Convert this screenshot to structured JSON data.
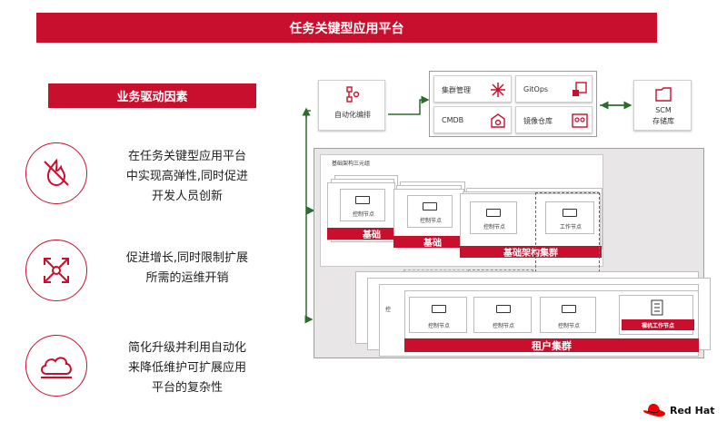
{
  "title": "任务关键型应用平台",
  "drivers": {
    "header": "业务驱动因素",
    "points": [
      {
        "icon": "no-fire-icon",
        "line1": "在任务关键型应用平台",
        "line2": "中实现高弹性,同时促进",
        "line3": "开发人员创新"
      },
      {
        "icon": "expand-arrows-icon",
        "line1": "促进增长,同时限制扩展",
        "line2": "所需的运维开销"
      },
      {
        "icon": "cloud-icon",
        "line1": "简化升级并利用自动化",
        "line2": "来降低维护可扩展应用",
        "line3": "平台的复杂性"
      }
    ]
  },
  "diagram": {
    "automation": "自动化编排",
    "services": {
      "cluster_mgmt": "集群管理",
      "gitops": "GitOps",
      "cmdb": "CMDB",
      "registry": "镜像仓库"
    },
    "scm": {
      "line1": "SCM",
      "line2": "存储库"
    },
    "infra_label": "基础架构三元组",
    "control_node": "控制节点",
    "worker_node": "工作节点",
    "infra_cluster_short": "基础",
    "infra_cluster_short2": "基础",
    "infra_cluster": "基础架构集群",
    "tenant_cluster": "租户集群",
    "bare_metal_worker": "裸机工作节点",
    "partial_label": "控"
  },
  "brand": "Red Hat",
  "colors": {
    "accent": "#c8102e",
    "gray_panel": "#e8e6e6"
  }
}
